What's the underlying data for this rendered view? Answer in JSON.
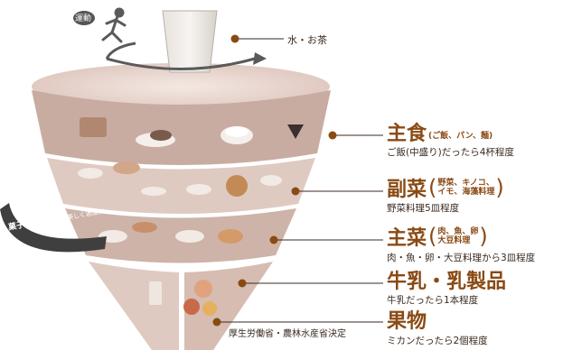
{
  "water": {
    "label": "水・お茶"
  },
  "exercise_badge": "運動",
  "snacks_arc": {
    "bold": "菓子・嗜好飲料",
    "small": "楽しく適度に"
  },
  "tiers": [
    {
      "id": "staple",
      "title": "主食",
      "sub_lines": [
        "(ご飯、パン、麺)"
      ],
      "desc": "ご飯(中盛り)だったら4杯程度"
    },
    {
      "id": "side",
      "title": "副菜",
      "sub_lines": [
        "野菜、キノコ、",
        "イモ、海藻料理"
      ],
      "desc": "野菜料理5皿程度"
    },
    {
      "id": "main",
      "title": "主菜",
      "sub_lines": [
        "肉、魚、卵",
        "大豆料理"
      ],
      "desc": "肉・魚・卵・大豆料理から3皿程度"
    },
    {
      "id": "dairy",
      "title": "牛乳・乳製品",
      "sub_lines": [],
      "desc": "牛乳だったら1本程度"
    },
    {
      "id": "fruit",
      "title": "果物",
      "sub_lines": [],
      "desc": "ミカンだったら2個程度"
    }
  ],
  "credit": "厚生労働省・農林水産省決定",
  "colors": {
    "accent": "#8a4a14",
    "band_dark": "#c8aba0",
    "band_light": "#ead9d2",
    "rim": "#e8d6d0",
    "dot": "#8a4a14"
  }
}
